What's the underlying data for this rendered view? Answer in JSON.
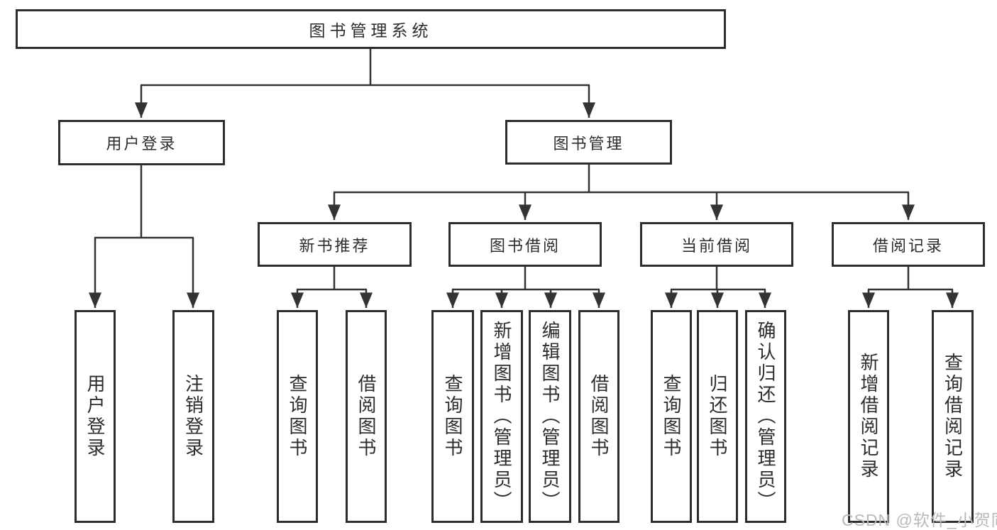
{
  "diagram_type": "hierarchy-tree",
  "tree": {
    "label": "图书管理系统",
    "children": [
      {
        "label": "用户登录",
        "children": [
          {
            "label": "用户登录"
          },
          {
            "label": "注销登录"
          }
        ]
      },
      {
        "label": "图书管理",
        "children": [
          {
            "label": "新书推荐",
            "children": [
              {
                "label": "查询图书"
              },
              {
                "label": "借阅图书"
              }
            ]
          },
          {
            "label": "图书借阅",
            "children": [
              {
                "label": "查询图书"
              },
              {
                "label": "新增图书（管理员）"
              },
              {
                "label": "编辑图书（管理员）"
              },
              {
                "label": "借阅图书"
              }
            ]
          },
          {
            "label": "当前借阅",
            "children": [
              {
                "label": "查询图书"
              },
              {
                "label": "归还图书"
              },
              {
                "label": "确认归还（管理员）"
              }
            ]
          },
          {
            "label": "借阅记录",
            "children": [
              {
                "label": "新增借阅记录"
              },
              {
                "label": "查询借阅记录"
              }
            ]
          }
        ]
      }
    ]
  },
  "watermark": {
    "text": "CSDN @软件_小贺同学"
  },
  "colors": {
    "line": "#333333",
    "box_border": "#2d2d2d",
    "text": "#2d2d2d",
    "watermark": "#b9b9b9",
    "background": "#ffffff"
  }
}
